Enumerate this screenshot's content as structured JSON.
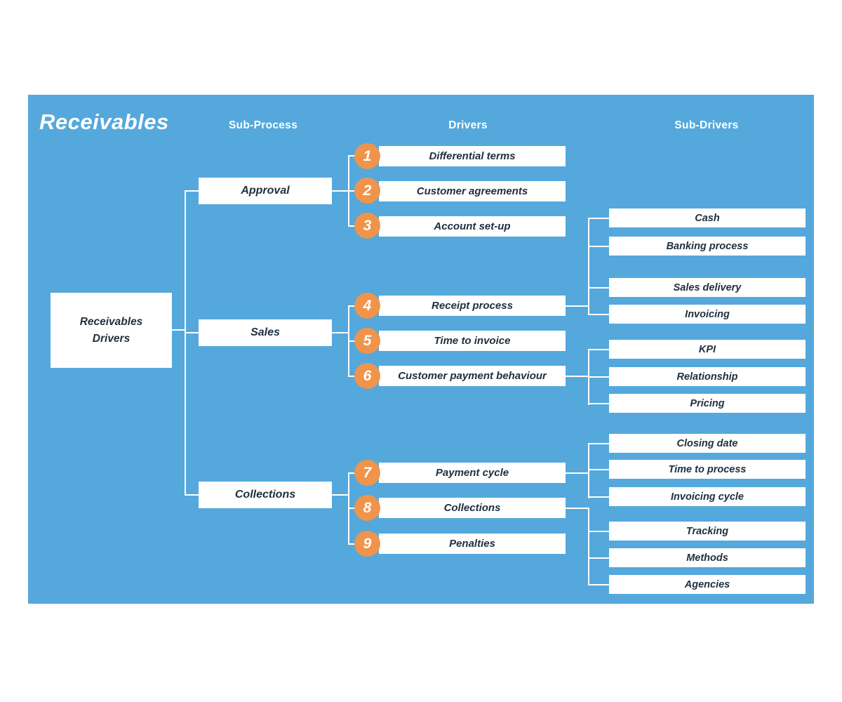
{
  "title": "Receivables",
  "column_headers": {
    "sub_process": "Sub-Process",
    "drivers": "Drivers",
    "sub_drivers": "Sub-Drivers"
  },
  "root": {
    "label": "Receivables Drivers"
  },
  "sub_processes": [
    {
      "label": "Approval"
    },
    {
      "label": "Sales"
    },
    {
      "label": "Collections"
    }
  ],
  "drivers": [
    {
      "number": "1",
      "label": "Differential terms"
    },
    {
      "number": "2",
      "label": "Customer agreements"
    },
    {
      "number": "3",
      "label": "Account set-up"
    },
    {
      "number": "4",
      "label": "Receipt process"
    },
    {
      "number": "5",
      "label": "Time to invoice"
    },
    {
      "number": "6",
      "label": "Customer payment behaviour"
    },
    {
      "number": "7",
      "label": "Payment cycle"
    },
    {
      "number": "8",
      "label": "Collections"
    },
    {
      "number": "9",
      "label": "Penalties"
    }
  ],
  "sub_drivers": [
    {
      "label": "Cash"
    },
    {
      "label": "Banking process"
    },
    {
      "label": "Sales delivery"
    },
    {
      "label": "Invoicing"
    },
    {
      "label": "KPI"
    },
    {
      "label": "Relationship"
    },
    {
      "label": "Pricing"
    },
    {
      "label": "Closing date"
    },
    {
      "label": "Time to process"
    },
    {
      "label": "Invoicing cycle"
    },
    {
      "label": "Tracking"
    },
    {
      "label": "Methods"
    },
    {
      "label": "Agencies"
    }
  ],
  "colors": {
    "background_blue": "#54A8DC",
    "node_white": "#FFFFFF",
    "badge_orange": "#F0944B",
    "text_dark": "#1E2F3F",
    "connector_white": "#FFFFFF"
  }
}
